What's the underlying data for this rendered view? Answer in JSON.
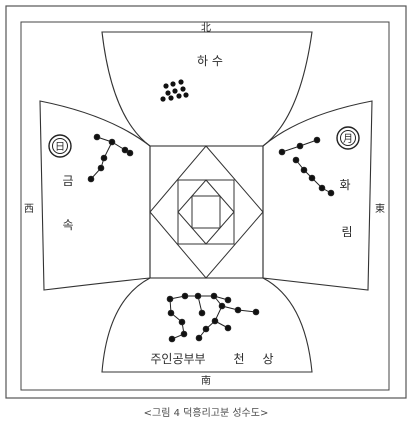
{
  "directions": {
    "north": "北",
    "south": "南",
    "east": "東",
    "west": "西"
  },
  "top_label": "하 수",
  "left_symbol": "日",
  "right_symbol": "月",
  "left_text_1": "금",
  "left_text_2": "속",
  "right_text_1": "화",
  "right_text_2": "림",
  "bottom_text_1": "주인공부부",
  "bottom_text_2": "천",
  "bottom_text_3": "상",
  "caption": "<그림 4 덕흥리고분 성수도>",
  "colors": {
    "stroke": "#333333",
    "star": "#111111",
    "frame": "#444444"
  }
}
